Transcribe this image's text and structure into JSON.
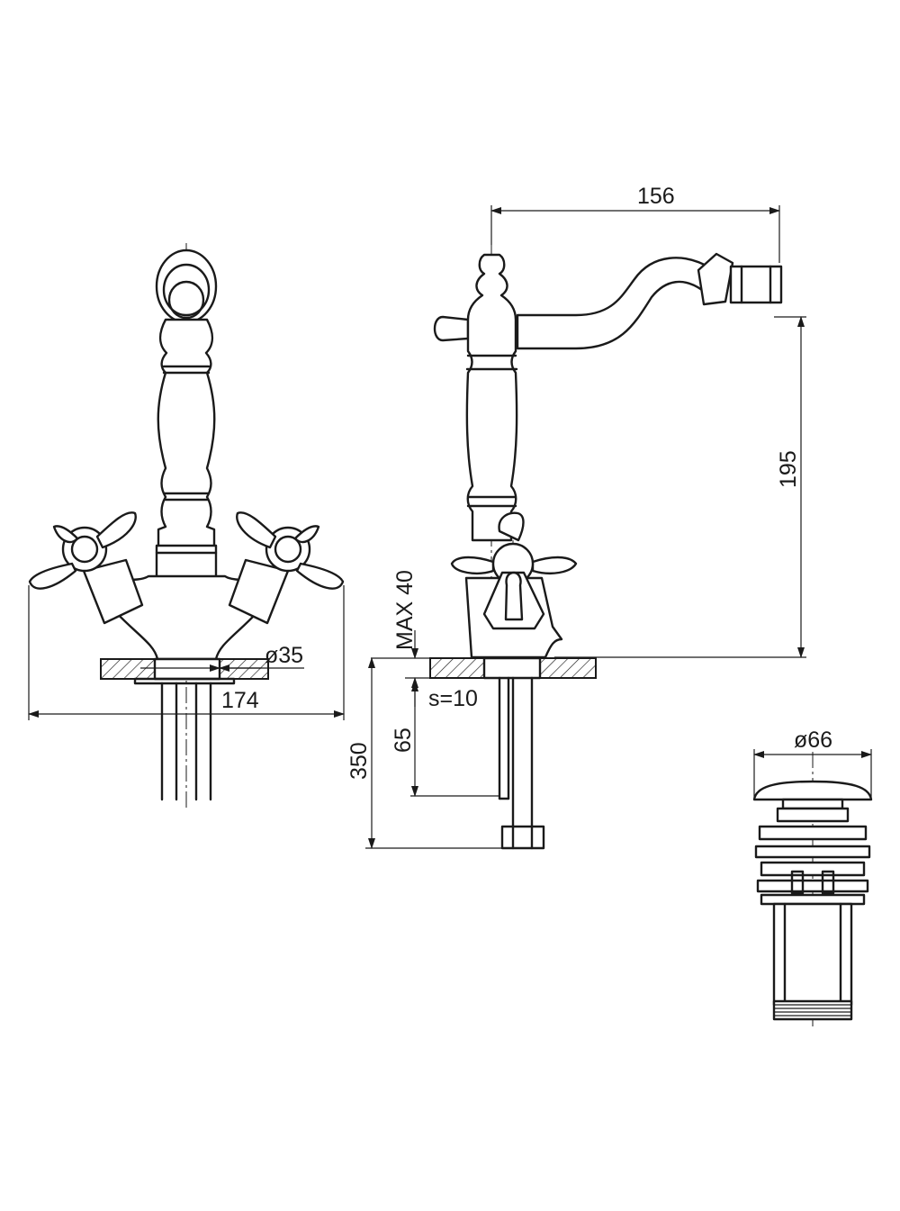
{
  "dimensions": {
    "overall_reach": "156",
    "spout_height": "195",
    "max_deck_thickness": "MAX  40",
    "hole_diameter": "ø35",
    "overall_width": "174",
    "plate_thickness": "s=10",
    "shank_length": "65",
    "hose_length": "350",
    "waste_diameter": "ø66"
  },
  "colors": {
    "line": "#1a1a1a",
    "background": "#ffffff"
  }
}
